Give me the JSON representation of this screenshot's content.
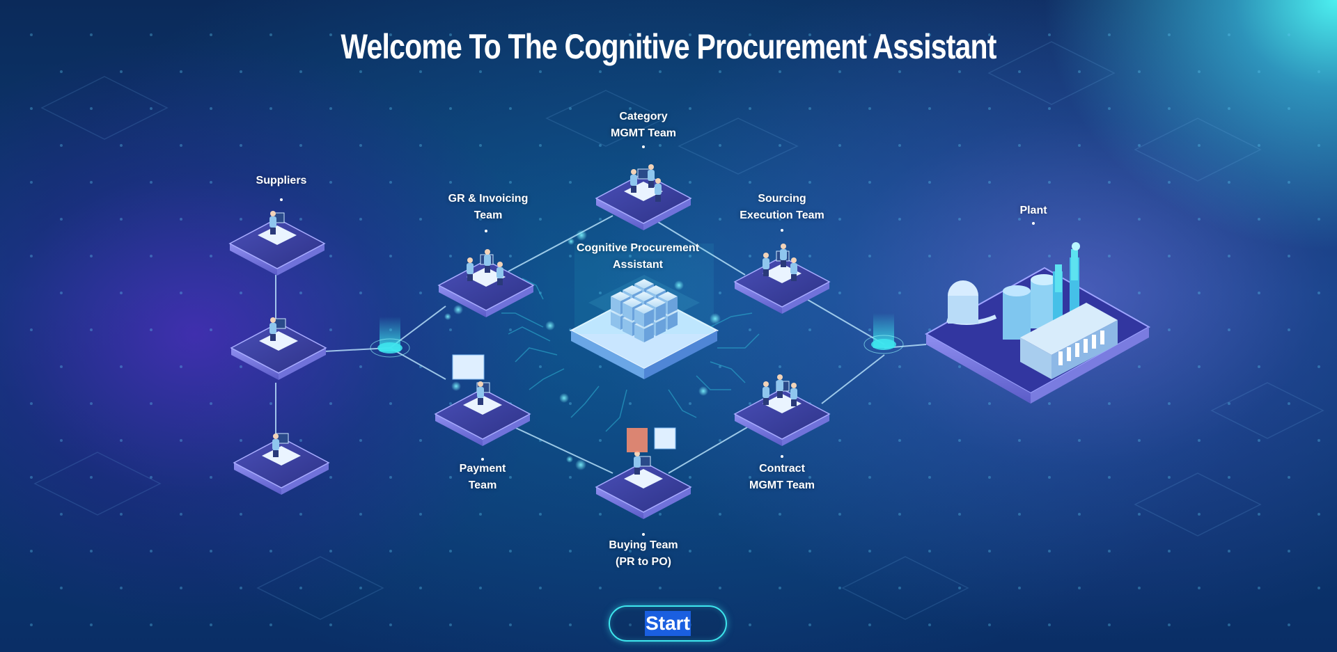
{
  "title": "Welcome To The Cognitive Procurement Assistant",
  "nodes": {
    "category": {
      "line1": "Category",
      "line2": "MGMT Team"
    },
    "suppliers": {
      "line1": "Suppliers"
    },
    "gr_invoicing": {
      "line1": "GR & Invoicing",
      "line2": "Team"
    },
    "sourcing": {
      "line1": "Sourcing",
      "line2": "Execution Team"
    },
    "plant": {
      "line1": "Plant"
    },
    "cpa": {
      "line1": "Cognitive Procurement",
      "line2": "Assistant"
    },
    "payment": {
      "line1": "Payment",
      "line2": "Team"
    },
    "contract": {
      "line1": "Contract",
      "line2": "MGMT Team"
    },
    "buying": {
      "line1": "Buying Team",
      "line2": "(PR to PO)"
    }
  },
  "start_button": {
    "label": "Start"
  },
  "colors": {
    "accent_cyan": "#3ee6ee",
    "button_highlight": "#1a5fe0",
    "platform_top": "#3a3f9e",
    "background_dark": "#0b2a5a"
  }
}
